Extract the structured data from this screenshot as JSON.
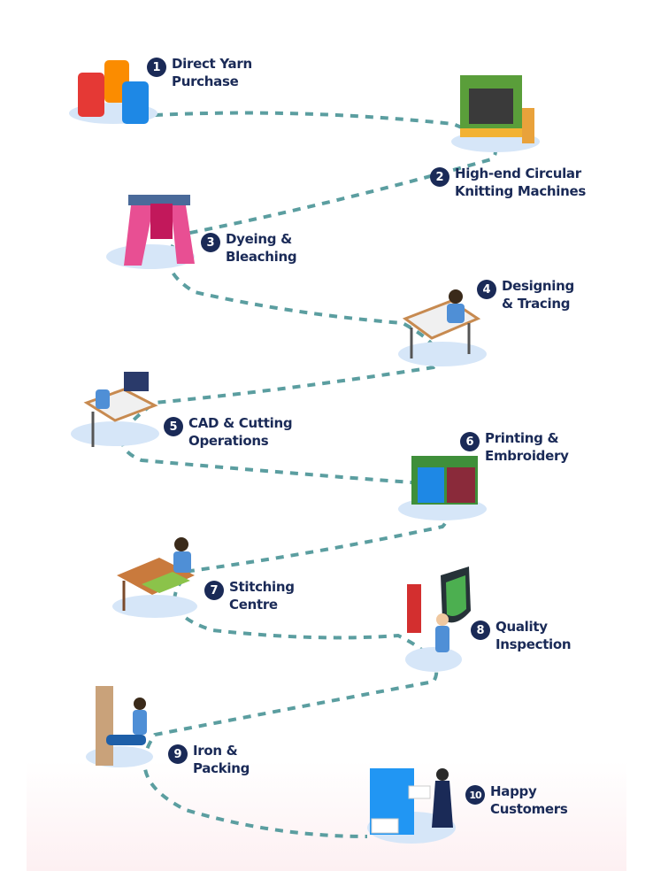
{
  "colors": {
    "accent": "#1a2a57",
    "path": "#5b9ea0",
    "shadow": "#d6e6f8"
  },
  "steps": [
    {
      "number": "1",
      "line1": "Direct Yarn",
      "line2": "Purchase",
      "icon": "yarn-spools"
    },
    {
      "number": "2",
      "line1": "High-end Circular",
      "line2": "Knitting Machines",
      "icon": "knitting-machine"
    },
    {
      "number": "3",
      "line1": "Dyeing &",
      "line2": "Bleaching",
      "icon": "dyeing-machine"
    },
    {
      "number": "4",
      "line1": "Designing",
      "line2": "& Tracing",
      "icon": "design-desk"
    },
    {
      "number": "5",
      "line1": "CAD & Cutting",
      "line2": "Operations",
      "icon": "cad-desk"
    },
    {
      "number": "6",
      "line1": "Printing &",
      "line2": "Embroidery",
      "icon": "printing-machine"
    },
    {
      "number": "7",
      "line1": "Stitching",
      "line2": "Centre",
      "icon": "sewing-table"
    },
    {
      "number": "8",
      "line1": "Quality",
      "line2": "Inspection",
      "icon": "quality-shield"
    },
    {
      "number": "9",
      "line1": "Iron &",
      "line2": "Packing",
      "icon": "ironing"
    },
    {
      "number": "10",
      "line1": "Happy",
      "line2": "Customers",
      "icon": "shopping-bag"
    }
  ]
}
